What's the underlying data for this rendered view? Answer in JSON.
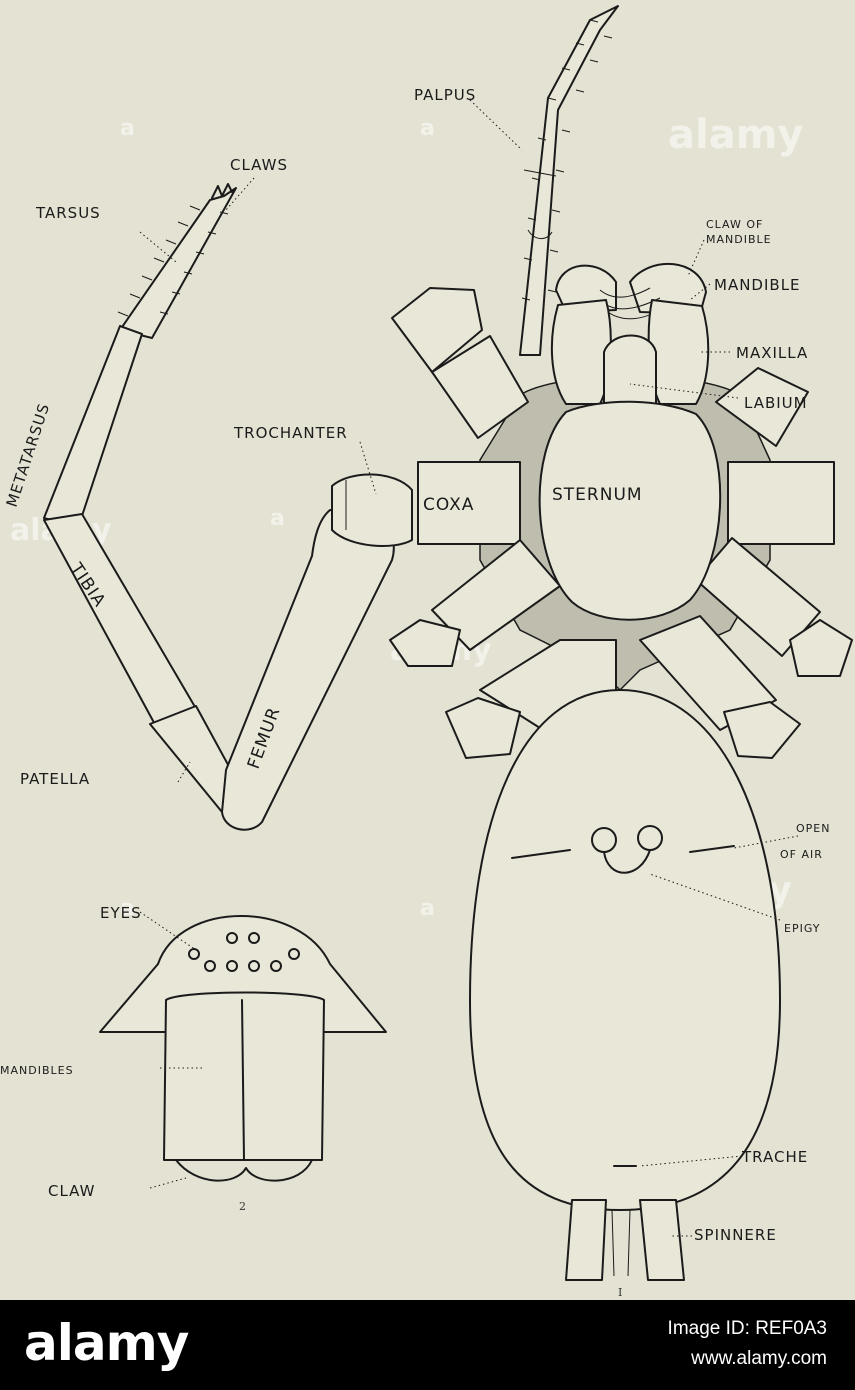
{
  "figure": {
    "labels": {
      "palpus": "PALPUS",
      "claws": "CLAWS",
      "tarsus": "TARSUS",
      "metatarsus": "METATARSUS",
      "trochanter": "TROCHANTER",
      "tibia": "TIBIA",
      "femur": "FEMUR",
      "patella": "PATELLA",
      "coxa": "COXA",
      "sternum": "STERNUM",
      "claw_of_mandible_1": "CLAW OF",
      "claw_of_mandible_2": "MANDIBLE",
      "mandible": "MANDIBLE",
      "maxilla": "MAXILLA",
      "labium": "LABIUM",
      "opening_1": "OPEN",
      "opening_2": "OF AIR",
      "epigynum": "EPIGY",
      "trachea": "TRACHE",
      "spinnerets": "SPINNERE",
      "eyes": "EYES",
      "mandibles": "MANDIBLES",
      "claw": "CLAW"
    },
    "figure_numbers": {
      "fig1": "I",
      "fig2": "2"
    }
  },
  "watermark": {
    "text": "alamy",
    "letter": "a"
  },
  "footer": {
    "brand": "alamy",
    "image_id": "Image ID: REF0A3",
    "site": "www.alamy.com"
  }
}
